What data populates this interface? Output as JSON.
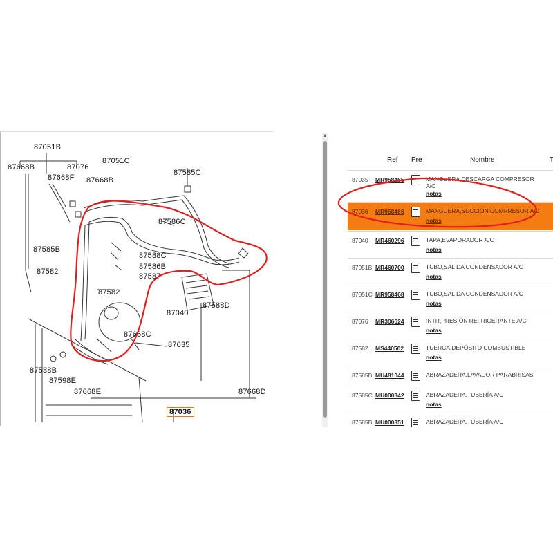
{
  "diagram": {
    "labels": [
      {
        "id": "87051B",
        "text": "87051B"
      },
      {
        "id": "87668B-top",
        "text": "87668B"
      },
      {
        "id": "87076",
        "text": "87076"
      },
      {
        "id": "87668F",
        "text": "87668F"
      },
      {
        "id": "87051C",
        "text": "87051C"
      },
      {
        "id": "87585C",
        "text": "87585C"
      },
      {
        "id": "87668B-mid",
        "text": "87668B"
      },
      {
        "id": "87586C",
        "text": "87586C"
      },
      {
        "id": "87585B",
        "text": "87585B"
      },
      {
        "id": "87588C",
        "text": "87588C"
      },
      {
        "id": "87586B",
        "text": "87586B"
      },
      {
        "id": "87587",
        "text": "87587"
      },
      {
        "id": "87582-left",
        "text": "87582"
      },
      {
        "id": "87582-mid",
        "text": "87582"
      },
      {
        "id": "87588D",
        "text": "87588D"
      },
      {
        "id": "87040",
        "text": "87040"
      },
      {
        "id": "87668C",
        "text": "87668C"
      },
      {
        "id": "87035",
        "text": "87035"
      },
      {
        "id": "87588B",
        "text": "87588B"
      },
      {
        "id": "87598E",
        "text": "87598E"
      },
      {
        "id": "87668E",
        "text": "87668E"
      },
      {
        "id": "87668D",
        "text": "87668D"
      },
      {
        "id": "87036",
        "text": "87036"
      }
    ]
  },
  "table": {
    "headers": {
      "ref": "Ref",
      "pre": "Pre",
      "nombre": "Nombre",
      "extra": "T"
    },
    "rows": [
      {
        "code": "87035",
        "ref": "MR958465",
        "name": "MANGUERA,DESCARGA COMPRESOR",
        "name2": "A/C",
        "notes": "notas",
        "highlighted": false
      },
      {
        "code": "87036",
        "ref": "MR958466",
        "name": "MANGUERA,SUCCIÓN COMPRESOR A/C",
        "name2": "",
        "notes": "notas",
        "highlighted": true
      },
      {
        "code": "87040",
        "ref": "MR460296",
        "name": "TAPA,EVAPORADOR A/C",
        "name2": "",
        "notes": "notas",
        "highlighted": false
      },
      {
        "code": "87051B",
        "ref": "MR460700",
        "name": "TUBO,SAL DA CONDENSADOR A/C",
        "name2": "",
        "notes": "notas",
        "highlighted": false
      },
      {
        "code": "87051C",
        "ref": "MR958468",
        "name": "TUBO,SAL DA CONDENSADOR A/C",
        "name2": "",
        "notes": "notas",
        "highlighted": false
      },
      {
        "code": "87076",
        "ref": "MR306624",
        "name": "INTR,PRESIÓN REFRIGERANTE A/C",
        "name2": "",
        "notes": "notas",
        "highlighted": false
      },
      {
        "code": "87582",
        "ref": "MS440502",
        "name": "TUERCA,DEPÓSITO COMBUSTIBLE",
        "name2": "",
        "notes": "notas",
        "highlighted": false
      },
      {
        "code": "87585B",
        "ref": "MU481044",
        "name": "ABRAZADERA,LAVADOR PARABRISAS",
        "name2": "",
        "notes": "",
        "highlighted": false
      },
      {
        "code": "87585C",
        "ref": "MU000342",
        "name": "ABRAZADERA,TUBERÍA A/C",
        "name2": "",
        "notes": "notas",
        "highlighted": false
      },
      {
        "code": "87585B",
        "ref": "MU000351",
        "name": "ABRAZADERA,TUBERÍA A/C",
        "name2": "",
        "notes": "",
        "highlighted": false
      }
    ]
  },
  "colors": {
    "highlight": "#f57c12",
    "annotation": "#e02020",
    "callout_box": "#e07a1f"
  }
}
